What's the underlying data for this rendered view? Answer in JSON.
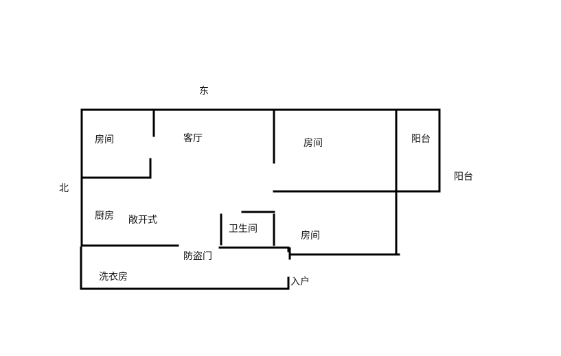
{
  "plan": {
    "directions": {
      "east": "东",
      "north": "北"
    },
    "rooms": {
      "bedroom_nw": "房间",
      "living_room": "客厅",
      "bedroom_ne": "房间",
      "balcony_inner": "阳台",
      "balcony_outer": "阳台",
      "kitchen": "厨房",
      "open_style": "敞开式",
      "bathroom": "卫生间",
      "bedroom_se": "房间",
      "security_door": "防盗门",
      "laundry_room": "洗衣房",
      "entrance": "入户"
    }
  }
}
